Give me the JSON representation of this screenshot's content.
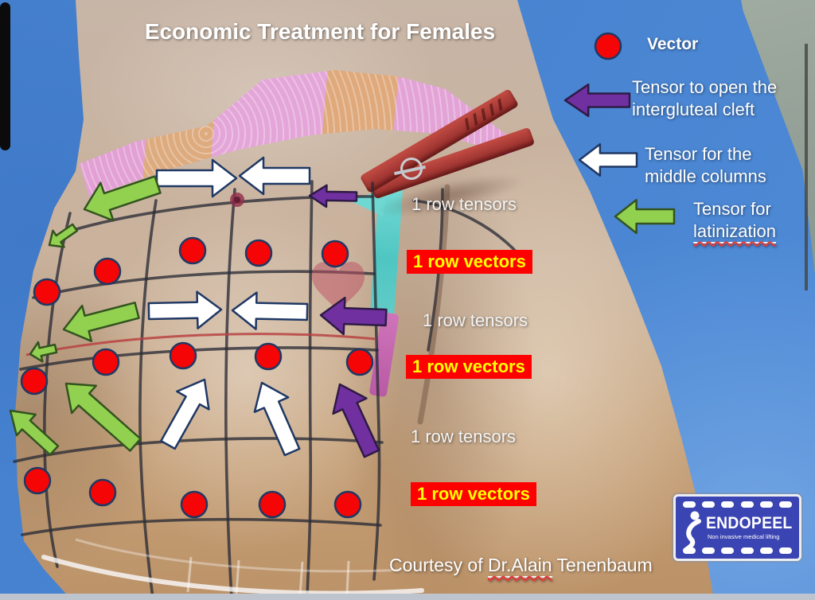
{
  "title": "Economic Treatment for Females",
  "legend": {
    "items": [
      {
        "symbol": "vector-dot",
        "line1": "Vector",
        "line2": ""
      },
      {
        "symbol": "purple-arrow",
        "line1": "Tensor to open the",
        "line2": "intergluteal cleft"
      },
      {
        "symbol": "white-arrow",
        "line1": "Tensor for the",
        "line2": "middle columns"
      },
      {
        "symbol": "green-arrow",
        "line1": "Tensor for",
        "line2": "latinization"
      }
    ]
  },
  "rows": [
    {
      "text": "1 row tensors",
      "kind": "tensors"
    },
    {
      "text": "1 row vectors",
      "kind": "vectors"
    },
    {
      "text": "1 row tensors",
      "kind": "tensors"
    },
    {
      "text": "1 row vectors",
      "kind": "vectors"
    },
    {
      "text": "1 row tensors",
      "kind": "tensors"
    },
    {
      "text": "1 row vectors",
      "kind": "vectors"
    }
  ],
  "courtesy": {
    "prefix": "Courtesy of ",
    "name": "Dr.Alain",
    "suffix": " Tenenbaum"
  },
  "logo": {
    "brand": "ENDOPEEL",
    "tagline": "Non invasive medical lifting"
  },
  "colors": {
    "vector": "#f50505",
    "row_highlight_bg": "#ff0000",
    "row_highlight_text": "#ffff00",
    "drape_blue": "#4b86d2",
    "arrow_styles": {
      "white": {
        "fill": "#ffffff",
        "stroke": "#1f3864"
      },
      "purple": {
        "fill": "#7030a0",
        "stroke": "#2e1a45"
      },
      "green": {
        "fill": "#92d050",
        "stroke": "#33531f"
      }
    }
  },
  "marks": {
    "dot_radius": 16,
    "legend_dot": [
      764,
      58
    ],
    "dots": [
      [
        242,
        315
      ],
      [
        325,
        318
      ],
      [
        421,
        319
      ],
      [
        135,
        341
      ],
      [
        59,
        367
      ],
      [
        133,
        455
      ],
      [
        230,
        447
      ],
      [
        337,
        448
      ],
      [
        452,
        455
      ],
      [
        43,
        479
      ],
      [
        47,
        604
      ],
      [
        129,
        619
      ],
      [
        244,
        634
      ],
      [
        342,
        634
      ],
      [
        437,
        634
      ]
    ],
    "arrows": [
      {
        "color": "white",
        "from": [
          197,
          224
        ],
        "to": [
          297,
          224
        ],
        "shaft": 20
      },
      {
        "color": "white",
        "from": [
          389,
          221
        ],
        "to": [
          301,
          221
        ],
        "shaft": 20
      },
      {
        "color": "white",
        "from": [
          187,
          391
        ],
        "to": [
          278,
          389
        ],
        "shaft": 20
      },
      {
        "color": "white",
        "from": [
          386,
          392
        ],
        "to": [
          292,
          390
        ],
        "shaft": 20
      },
      {
        "color": "white",
        "from": [
          211,
          559
        ],
        "to": [
          257,
          477
        ],
        "shaft": 20
      },
      {
        "color": "white",
        "from": [
          367,
          568
        ],
        "to": [
          329,
          481
        ],
        "shaft": 20
      },
      {
        "color": "purple",
        "from": [
          448,
          247
        ],
        "to": [
          389,
          246
        ],
        "shaft": 11
      },
      {
        "color": "purple",
        "from": [
          485,
          399
        ],
        "to": [
          403,
          396
        ],
        "shaft": 20
      },
      {
        "color": "purple",
        "from": [
          467,
          570
        ],
        "to": [
          427,
          483
        ],
        "shaft": 20
      },
      {
        "color": "green",
        "from": [
          198,
          232
        ],
        "to": [
          106,
          263
        ],
        "shaft": 22
      },
      {
        "color": "green",
        "from": [
          94,
          286
        ],
        "to": [
          62,
          308
        ],
        "shaft": 10
      },
      {
        "color": "green",
        "from": [
          172,
          390
        ],
        "to": [
          80,
          414
        ],
        "shaft": 20
      },
      {
        "color": "green",
        "from": [
          70,
          438
        ],
        "to": [
          38,
          445
        ],
        "shaft": 10
      },
      {
        "color": "green",
        "from": [
          170,
          559
        ],
        "to": [
          83,
          482
        ],
        "shaft": 20
      },
      {
        "color": "green",
        "from": [
          68,
          566
        ],
        "to": [
          13,
          516
        ],
        "shaft": 15
      },
      {
        "color": "purple",
        "from": [
          791,
          126
        ],
        "to": [
          710,
          126
        ],
        "shaft": 17
      },
      {
        "color": "white",
        "from": [
          800,
          201
        ],
        "to": [
          728,
          201
        ],
        "shaft": 17
      },
      {
        "color": "green",
        "from": [
          847,
          272
        ],
        "to": [
          773,
          272
        ],
        "shaft": 18
      }
    ]
  }
}
